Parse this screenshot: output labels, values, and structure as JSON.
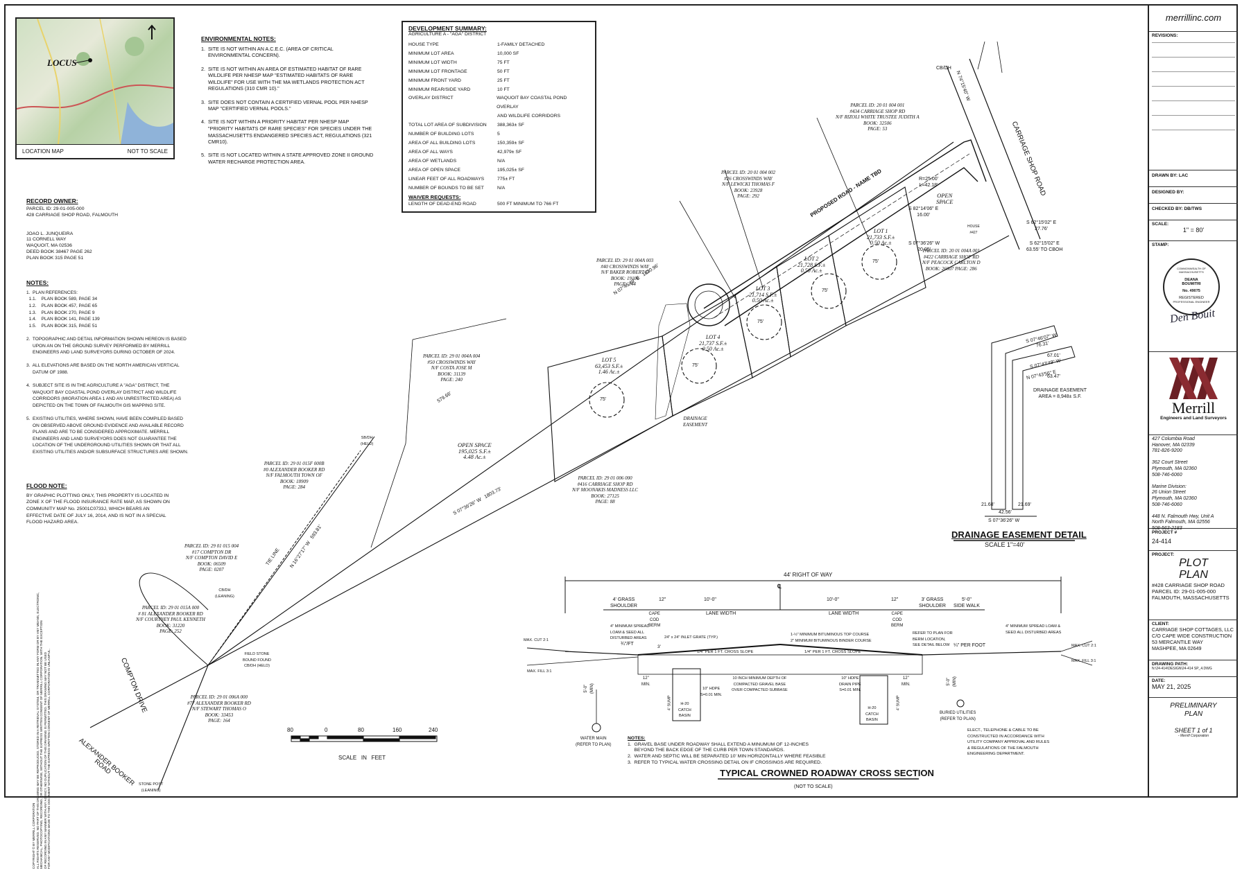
{
  "locus_map": {
    "label": "LOCUS",
    "footer_left": "LOCATION MAP",
    "footer_right": "NOT TO SCALE"
  },
  "environmental_notes": {
    "title": "ENVIRONMENTAL NOTES:",
    "body": "1.  SITE IS NOT WITHIN AN A.C.E.C. (AREA OF CRITICAL\n     ENVIRONMENTAL CONCERN).\n\n2.  SITE IS NOT WITHIN AN AREA OF ESTIMATED HABITAT OF RARE\n     WILDLIFE PER NHESP MAP \"ESTIMATED HABITATS OF RARE\n     WILDLIFE\" FOR USE WITH THE MA WETLANDS PROTECTION ACT\n     REGULATIONS (310 CMR 10).\"\n\n3.  SITE DOES NOT CONTAIN A CERTIFIED VERNAL POOL PER NHESP\n     MAP \"CERTIFIED VERNAL POOLS.\"\n\n4.  SITE IS NOT WITHIN A PRIORITY HABITAT PER NHESP MAP\n     \"PRIORITY HABITATS OF RARE SPECIES\" FOR SPECIES UNDER THE\n     MASSACHUSETTS ENDANGERED SPECIES ACT, REGULATIONS (321\n     CMR10).\n\n5.  SITE IS NOT LOCATED WITHIN A STATE APPROVED ZONE II GROUND\n     WATER RECHARGE PROTECTION AREA."
  },
  "development_summary": {
    "title": "DEVELOPMENT SUMMARY:",
    "subtitle": "AGRICULTURE A - \"AGA\" DISTRICT",
    "rows": [
      {
        "k": "HOUSE TYPE",
        "v": "1-FAMILY DETACHED"
      },
      {
        "k": "MINIMUM LOT AREA",
        "v": "10,000 SF"
      },
      {
        "k": "MINIMUM LOT WIDTH",
        "v": "75 FT"
      },
      {
        "k": "MINIMUM LOT FRONTAGE",
        "v": "50 FT"
      },
      {
        "k": "MINIMUM FRONT YARD",
        "v": "25 FT"
      },
      {
        "k": "MINIMUM REAR/SIDE YARD",
        "v": "10 FT"
      },
      {
        "k": "OVERLAY DISTRICT",
        "v": "WAQUOIT BAY COASTAL POND OVERLAY"
      },
      {
        "k": "",
        "v": "AND WILDLIFE CORRIDORS"
      },
      {
        "k": "TOTAL LOT AREA OF SUBDIVISION",
        "v": "388,363± SF"
      },
      {
        "k": "NUMBER OF BUILDING LOTS",
        "v": "5"
      },
      {
        "k": "AREA OF ALL BUILDING LOTS",
        "v": "150,359± SF"
      },
      {
        "k": "AREA OF ALL WAYS",
        "v": "42,979± SF"
      },
      {
        "k": "AREA OF WETLANDS",
        "v": "N/A"
      },
      {
        "k": "AREA OF OPEN SPACE",
        "v": "195,025± SF"
      },
      {
        "k": "LINEAR FEET OF ALL ROADWAYS",
        "v": "775± FT"
      },
      {
        "k": "NUMBER OF BOUNDS TO BE SET",
        "v": "N/A"
      }
    ],
    "waiver_title": "WAIVER REQUESTS:",
    "waiver_rows": [
      {
        "k": "LENGTH OF DEAD-END ROAD",
        "v": "500 FT MINIMUM TO 766 FT"
      }
    ]
  },
  "record_owner": {
    "title": "RECORD OWNER:",
    "body": "PARCEL ID: 29-01-005-000\n428 CARRIAGE SHOP ROAD, FALMOUTH\n\n\nJOAO L. JUNQUEIRA\n11 CORNELL WAY\nWAQUOIT, MA 02536\nDEED BOOK 38467 PAGE 262\nPLAN BOOK 315 PAGE 51"
  },
  "notes": {
    "title": "NOTES:",
    "body": "1.  PLAN REFERENCES:\n  1.1.    PLAN BOOK 589, PAGE 34\n  1.2.    PLAN BOOK 457, PAGE 65\n  1.3.    PLAN BOOK 270, PAGE 9\n  1.4.    PLAN BOOK 141, PAGE 139\n  1.5.    PLAN BOOK 315, PAGE 51\n\n2.  TOPOGRAPHIC AND DETAIL INFORMATION SHOWN HEREON IS BASED\n     UPON AN ON THE GROUND SURVEY PERFORMED BY MERRILL\n     ENGINEERS AND LAND SURVEYORS DURING OCTOBER OF 2024.\n\n3.  ALL ELEVATIONS ARE BASED ON THE NORTH AMERICAN VERTICAL\n     DATUM OF 1988.\n\n4.  SUBJECT SITE IS IN THE AGRICULTURE A \"AGA\" DISTRICT, THE\n     WAQUOIT BAY COASTAL POND OVERLAY DISTRICT AND WILDLIFE\n     CORRIDORS (MIGRATION AREA 1 AND AN UNRESTRICTED AREA) AS\n     DEPICTED ON THE TOWN OF FALMOUTH GIS MAPPING SITE.\n\n5.  EXISTING UTILITIES, WHERE SHOWN, HAVE BEEN COMPILED BASED\n     ON OBSERVED ABOVE GROUND EVIDENCE AND AVAILABLE RECORD\n     PLANS AND ARE TO BE CONSIDERED APPROXIMATE. MERRILL\n     ENGINEERS AND LAND SURVEYORS DOES NOT GUARANTEE THE\n     LOCATION OF THE UNDERGROUND UTILITIES SHOWN OR THAT ALL\n     EXISTING UTILITIES AND/OR SUBSURFACE STRUCTURES ARE SHOWN."
  },
  "flood_note": {
    "title": "FLOOD NOTE:",
    "body": "BY GRAPHIC PLOTTING ONLY, THIS PROPERTY IS LOCATED IN\nZONE X OF THE FLOOD INSURANCE RATE MAP, AS SHOWN ON\nCOMMUNITY MAP No. 25001C0733J, WHICH BEARS AN\nEFFECTIVE DATE OF JULY 16, 2014, AND IS NOT IN A SPECIAL\nFLOOD HAZARD AREA."
  },
  "parcels": {
    "p1": "PARCEL ID: 20 01 004 001\n#434 CARRIAGE SHOP RD\nN/F RIZOLI WHITE TRUSTEE JUDITH A\nBOOK: 32506\nPAGE: 53",
    "p2": "PARCEL ID: 20 01 004 002\n#26 CROSSWINDS WAY\nN/F LEWICKI THOMAS F\nBOOK: 23928\nPAGE: 292",
    "p3": "PARCEL ID: 29 01 004A 003\n#40 CROSSWINDS WAY\nN/F BAKER ROBERT D\nBOOK: 19196\nPAGE: 144",
    "p4": "PARCEL ID: 29 01 004A 004\n#50 CROSSWINDS WAY\nN/F COSTA JOSE M\nBOOK: 31139\nPAGE: 240",
    "p5": "PARCEL ID: 20 01 004A 001\n#422 CARRIAGE SHOP RD\nN/F PEACOCK CARLTON D\nBOOK: 26007 PAGE: 286",
    "p6": "PARCEL ID: 29 01 006 000\n#416 CARRIAGE SHOP RD\nN/F MOONAKIS MADNESS LLC\nBOOK: 27125\nPAGE: 88",
    "p7": "PARCEL ID: 29 01 015F 000B\n#0 ALEXANDER BOOKER RD\nN/F FALMOUTH TOWN OF\nBOOK: 18909\nPAGE: 284",
    "p8": "PARCEL ID: 29 01 015 004\n#17 COMPTON DR\nN/F COMPTON DAVID E\nBOOK: 06509\nPAGE: 0207",
    "p9": "PARCEL ID: 29 01 015A 000\n# 81 ALEXANDER BOOKER RD\nN/F COURTNEY PAUL KENNETH\nBOOK: 31220\nPAGE: 252",
    "p10": "PARCEL ID: 29 01 006A 000\n#77 ALEXANDER BOOKER RD\nN/F STEWART THOMAS O\nBOOK: 33453\nPAGE: 164"
  },
  "lots": {
    "lot1": "LOT 1\n21,733 S.F.±\n0.50 Ac.±",
    "lot2": "LOT 2\n21,728 S.F.±\n0.50 Ac.±",
    "lot3": "LOT 3\n21,714 S.F.±\n0.50 Ac.±",
    "lot4": "LOT 4\n21,737 S.F.±\n0.50 Ac.±",
    "lot5": "LOT 5\n63,453 S.F.±\n1.46 Ac.±",
    "open_space": "OPEN SPACE\n195,025 S.F.±\n4.48 Ac.±",
    "open_space_top": "OPEN\nSPACE",
    "circle_label": "75'"
  },
  "roads": {
    "proposed": "PROPOSED ROAD - NAME TBD",
    "carriage": "CARRIAGE SHOP ROAD",
    "compton": "COMPTON DRIVE",
    "alexander": "ALEXANDER BOOKER\nROAD"
  },
  "bearings": {
    "b1": "N 07°45'49\" E   1530.96'",
    "b2": "S 07°36'26\" W   1803.73'",
    "b3": "N 16°27'17\" W   593.81'",
    "b4": "N 74°15'40\" W",
    "b5": "S 62°15'02\" E\n27.76'",
    "b6": "S 62°15'02\" E\n63.55' TO CBOH",
    "b7": "579.66'",
    "b8": "S 07°36'26\" W\n20.05'",
    "b9": "S 82°14'06\" E\n16.00'",
    "b10": "R=25.00'\nL=42.18'"
  },
  "misc_labels": {
    "cb1": "CB/DH",
    "drainage_easement": "DRAINAGE\nEASEMENT",
    "field_stone": "FIELD STONE\nBOUND FOUND\nCB/DH (HELD)",
    "stone_post": "STONE POST\n(LEANING)",
    "sb_dh": "SB/DH\n(HELD)",
    "cb_leaning": "CB/DH\n(LEANING)",
    "tie_line": "TIE LINE",
    "house": "HOUSE\n#427"
  },
  "scale_bar": {
    "ticks": [
      "80",
      "0",
      "80",
      "160",
      "240"
    ],
    "caption": "SCALE   IN   FEET"
  },
  "drainage_detail": {
    "title": "DRAINAGE EASEMENT DETAIL",
    "scale": "SCALE 1\"=40'",
    "area": "DRAINAGE EASEMENT\nAREA = 8,948± S.F.",
    "dims": [
      "S 07°46'07\" W\n76.31'",
      "67.01'",
      "S 07°43'49\" W",
      "63.47'",
      "N 07°43'56\" E",
      "21.68'",
      "21.69'",
      "S 07°36'26\" W",
      "42.56'"
    ]
  },
  "cross_section": {
    "title": "TYPICAL CROWNED ROADWAY CROSS SECTION",
    "subtitle": "(NOT TO SCALE)",
    "row": "44' RIGHT OF WAY",
    "cl": "℄",
    "segments": [
      "4' GRASS\nSHOULDER",
      "12\"",
      "10'-0\"",
      "10'-0\"",
      "12\"",
      "3' GRASS\nSHOULDER",
      "5'-0\"\nSIDE WALK"
    ],
    "segments2": [
      "CAPE\nCOD\nBERM",
      "LANE WIDTH",
      "LANE WIDTH",
      "CAPE\nCOD\nBERM"
    ],
    "callouts": {
      "loam_left": "4\" MINIMUM SPREAD\nLOAM & SEED ALL\nDISTURBED AREAS",
      "grate": "24\" x 24\" INLET GRATE (TYP.)",
      "top_course": "1-½\" MINIMUM BITUMINOUS TOP COURSE\n2\" MINIMUM BITUMINOUS BINDER COURSE",
      "berm_note": "REFER TO PLAN FOR\nBERM LOCATION,\nSEE DETAIL BELOW",
      "loam_right": "4\" MINIMUM SPREAD LOAM &\nSEED ALL DISTURBED AREAS",
      "slope_left": "1/4\" PER 1 FT. CROSS SLOPE",
      "slope_right": "1/4\" PER 1 FT. CROSS SLOPE",
      "per_foot": "¼\" PER FOOT",
      "ft_left": "¾\"/FT",
      "cut_left": "MAX. CUT 2:1",
      "fill_left": "MAX. FILL 3:1",
      "cut_right": "MAX. CUT 2:1",
      "fill_right": "MAX. FILL 3:1",
      "gravel": "10 INCH MINIMUM DEPTH OF\nCOMPACTED GRAVEL BASE\nOVER COMPACTED SUBBASE",
      "hdpe_left": "10\" HDPE\nS=0.01 MIN.",
      "hdpe_right": "10\" HDPE\nDRAIN PIPE\nS=0.01 MIN.",
      "catch_basin": "H-20\nCATCH\nBASIN",
      "sump": "4' SUMP",
      "water_main": "WATER MAIN\n(REFER TO PLAN)",
      "buried_util": "BURIED UTILITIES\n(REFER TO PLAN)",
      "elect": "ELECT., TELEPHONE & CABLE TO BE\nCONSTRUCTED IN ACCORDANCE WITH\nUTILITY COMPANY APPROVAL AND RULES\n& REGULATIONS OF THE FALMOUTH\nENGINEERING DEPARTMENT.",
      "min12": "12\"\nMIN.",
      "depth5": "5'-0\"\n(MIN)",
      "dim3": "3'"
    },
    "notes_title": "NOTES:",
    "notes": "1.  GRAVEL BASE UNDER ROADWAY SHALL EXTEND A MINUMUM OF 12-INCHES\n     BEYOND THE BACK EDGE OF THE CURB PER TOWN STANDARDS.\n2.  WATER AND SEPTIC WILL BE SEPARATED 10' MIN HORIZONTALLY WHERE FEASIBLE\n3.  REFER TO TYPICAL WATER CROSSING DETAIL ON IF CROSSINGS ARE REQUIRED."
  },
  "copyright": "COPYRIGHT © BY MERRILL CORPORATION\nALL RIGHTS RESERVED. NO PART OF THIS DRAWING MAY BE REPRODUCED, STORED IN A RETRIEVAL SYSTEM, OR TRANSMITTED IN ANY FORM OR BY ANY MEANS, ELECTRONIC,\nMECHANICAL, PHOTOCOPYING, RECORDING, OR OTHERWISE, WITHOUT THE EXPRESS WRITTEN CONSENT OF MERRILL CORPORATION. WITH THE EXCEPTION\nOF RECORDING IN ANY MANNER WITH ANY AGENCY, NO DUPLICATION OF THIS DRAWING IS PERMITTED. THIS DRAWING MAY NOT BE USED\nFOR ANY MODIFICATIONS MADE TO THIS DOCUMENT WITHOUT THE EXPRESS WRITTEN CONSENT OF MERRILL CORPORATION IS UNLAWFUL.",
  "title_block": {
    "website": "merrillinc.com",
    "revisions_label": "REVISIONS:",
    "drawn_by": "DRAWN BY: LAC",
    "designed_by": "DESIGNED BY:",
    "checked_by": "CHECKED BY: DB/TWS",
    "scale_label": "SCALE:",
    "scale_value": "1\" = 80'",
    "stamp_label": "STAMP:",
    "stamp_lines": [
      "COMMONWEALTH OF MASSACHUSETTS",
      "DEANA",
      "BOUMITRI",
      "No. 49075",
      "REGISTERED",
      "PROFESSIONAL ENGINEER"
    ],
    "signature": "Den Bouit",
    "company": "Merrill",
    "company_sub": "Engineers and Land Surveyors",
    "addresses": "427 Columbia Road\nHanover, MA 02339\n781-826-9200\n\n362 Court Street\nPlymouth, MA 02360\n508-746-6060\n\nMarine Division:\n26 Union Street\nPlymouth, MA 02360\n508-746-6060\n\n448 N. Falmouth Hwy, Unit A\nNorth Falmouth, MA 02556\n508-563-2183",
    "project_label": "PROJECT #",
    "project_value": "24-414",
    "project_title_label": "PROJECT:",
    "project_title": "PLOT\nPLAN",
    "project_address": "#428 CARRIAGE SHOP ROAD\nPARCEL ID: 29-01-005-000\nFALMOUTH, MASSACHUSETTS",
    "client_label": "CLIENT:",
    "client": "CARRIAGE SHOP COTTAGES, LLC\nC/O CAPE WIDE CONSTRUCTION\n53 MERCANTILE WAY\nMASHPEE, MA 02649",
    "drawing_label": "DRAWING PATH:",
    "drawing_path": "N:\\24-414\\DESIGN\\24-414 SP_4.DWG",
    "date_label": "DATE:",
    "date": "MAY 21, 2025",
    "status": "PRELIMINARY\nPLAN",
    "sheet": "SHEET 1 of 1",
    "footer": "- Merrill Corporation"
  }
}
